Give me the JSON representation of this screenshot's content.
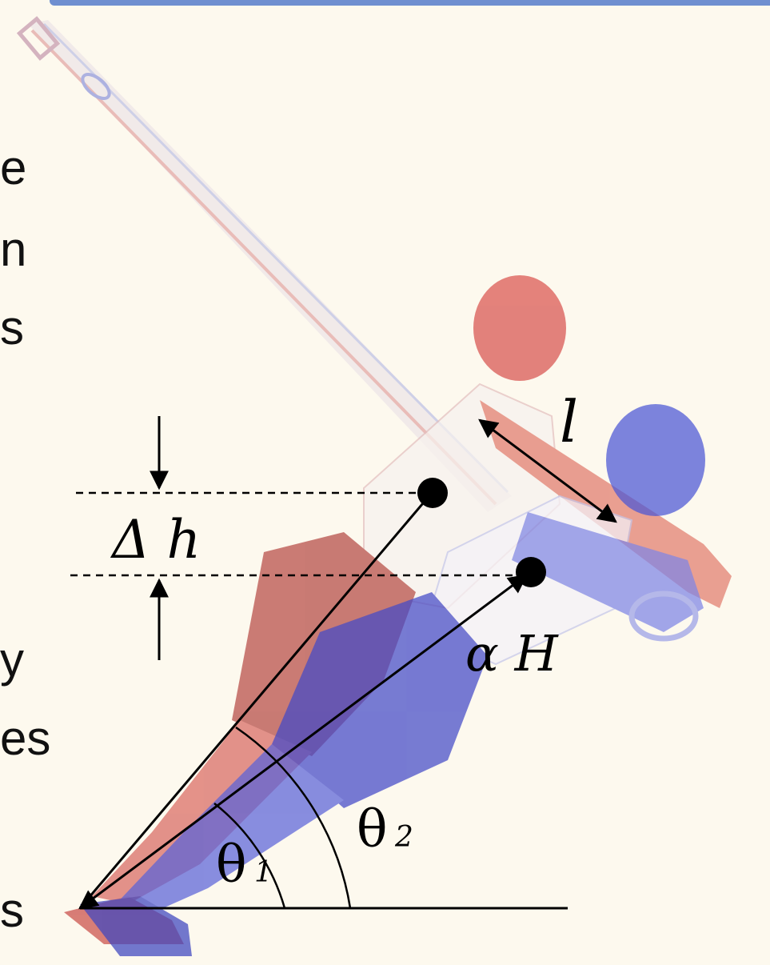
{
  "labels": {
    "delta_h": "Δ h",
    "l": "l",
    "alpha_h": "α H",
    "theta1_sym": "θ",
    "theta1_sub": "1",
    "theta2_sym": "θ",
    "theta2_sub": "2"
  },
  "cut_text": {
    "line1": "e",
    "line2": "n",
    "line3": "s",
    "line4": "y",
    "line5": "es",
    "line6": "s"
  },
  "colors": {
    "background": "#fdf9ee",
    "accent_bar": "#6f8fd0",
    "figure_red": "#d9534f",
    "figure_blue": "#4b57d6",
    "lines": "#000000"
  }
}
